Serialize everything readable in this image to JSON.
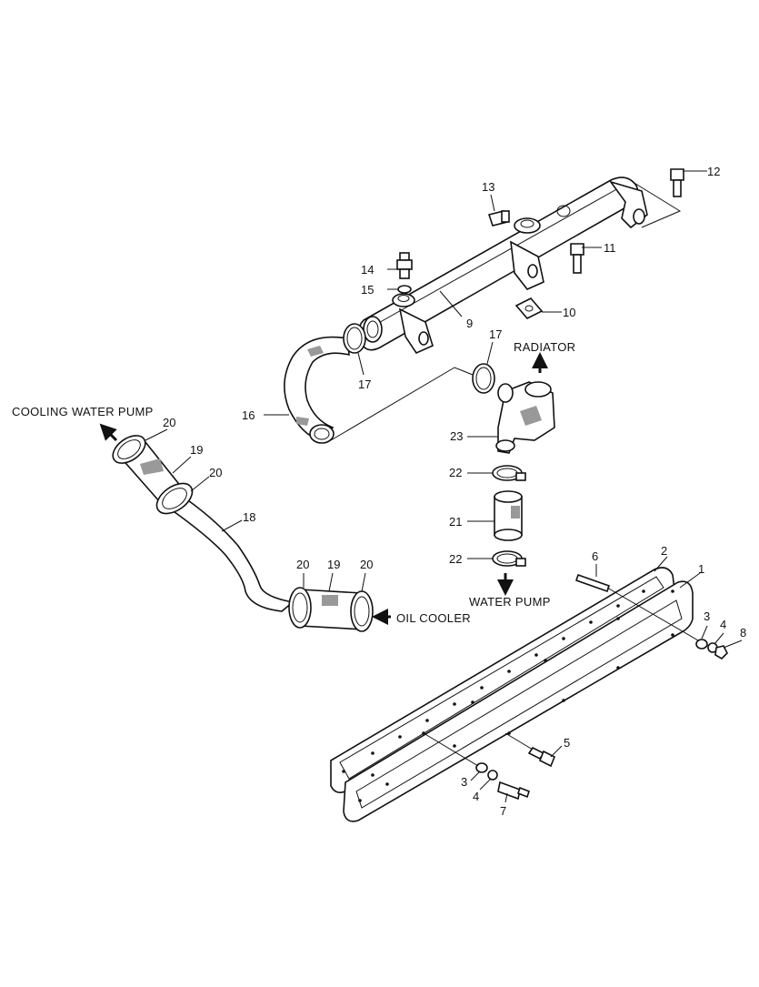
{
  "diagram": {
    "labels": {
      "cooling_water_pump": "COOLING WATER PUMP",
      "radiator": "RADIATOR",
      "water_pump": "WATER PUMP",
      "oil_cooler": "OIL COOLER"
    },
    "callouts": {
      "c1": "1",
      "c2": "2",
      "c3a": "3",
      "c3b": "3",
      "c4a": "4",
      "c4b": "4",
      "c5": "5",
      "c6": "6",
      "c7": "7",
      "c8": "8",
      "c9": "9",
      "c10": "10",
      "c11": "11",
      "c12": "12",
      "c13": "13",
      "c14": "14",
      "c15": "15",
      "c16": "16",
      "c17a": "17",
      "c17b": "17",
      "c18": "18",
      "c19a": "19",
      "c19b": "19",
      "c20a": "20",
      "c20b": "20",
      "c20c": "20",
      "c20d": "20",
      "c21": "21",
      "c22a": "22",
      "c22b": "22",
      "c23": "23"
    }
  }
}
